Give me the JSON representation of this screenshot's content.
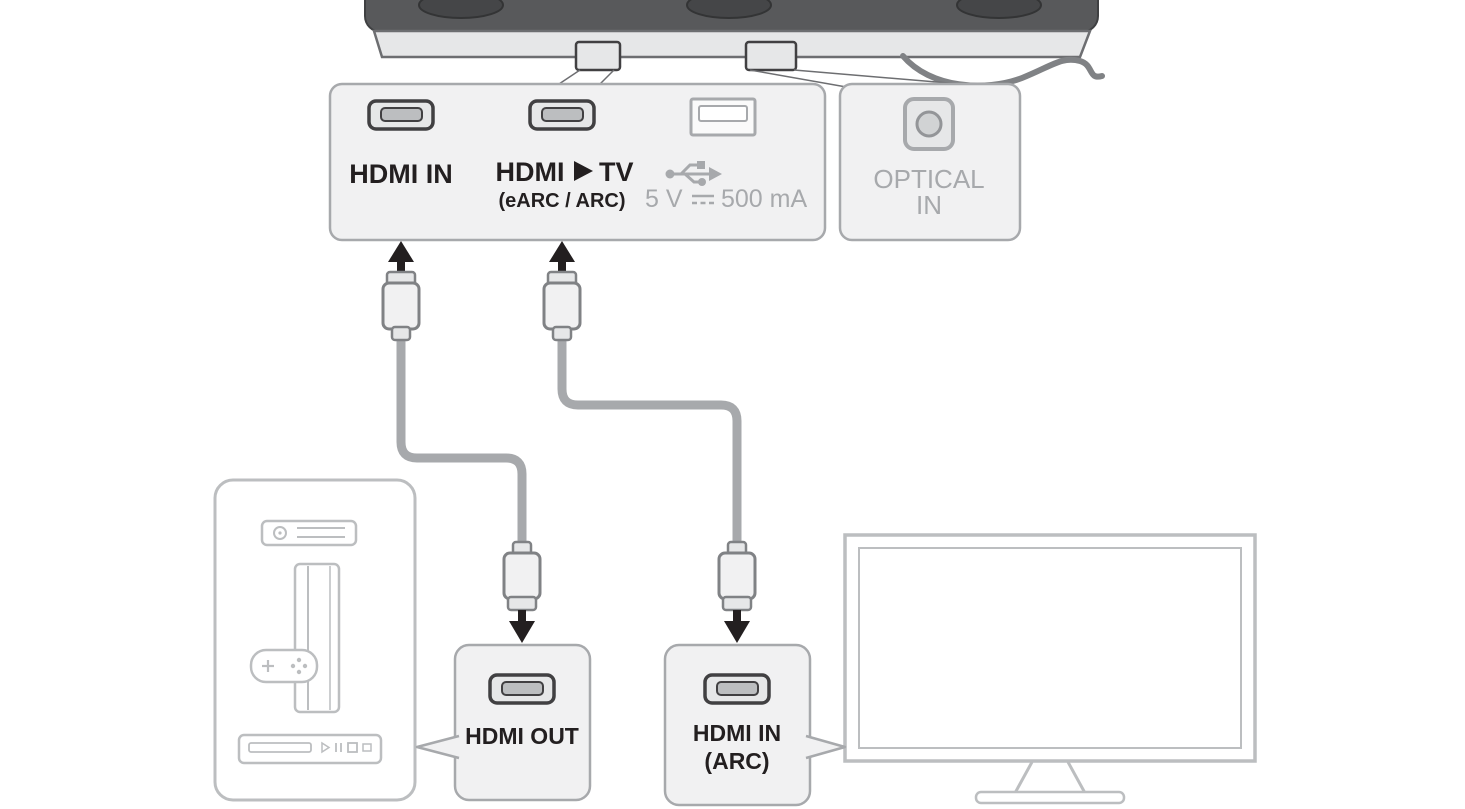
{
  "panel": {
    "hdmi_in_label": "HDMI IN",
    "hdmi_tv_label_left": "HDMI",
    "hdmi_tv_label_right": "TV",
    "hdmi_tv_sublabel": "(eARC / ARC)",
    "usb_rating_left": "5 V",
    "usb_rating_right": "500 mA"
  },
  "optical": {
    "line1": "OPTICAL",
    "line2": "IN"
  },
  "hdmi_out_box": {
    "label": "HDMI OUT"
  },
  "hdmi_in_arc_box": {
    "line1": "HDMI IN",
    "line2": "(ARC)"
  },
  "icons": [
    "soundbar",
    "power-cable",
    "hdmi-in-port-icon",
    "hdmi-tv-port-icon",
    "usb-port-icon",
    "optical-port-icon",
    "play-arrow-icon",
    "usb-trident-icon",
    "dc-symbol-icon",
    "hdmi-plug-icon",
    "up-arrow-icon",
    "down-arrow-icon",
    "hdmi-out-port-icon",
    "hdmi-in-arc-port-icon",
    "set-top-box-icon",
    "game-console-icon",
    "gamepad-icon",
    "blu-ray-player-icon",
    "tv-icon"
  ],
  "colors": {
    "panel_fill": "#f1f1f2",
    "panel_stroke": "#a7a9ac",
    "dark_text": "#231f20",
    "muted_text": "#a7a9ac",
    "soundbar_body": "#58595b",
    "cable_gray": "#a7a9ac",
    "device_outline": "#bcbec0",
    "port_outline": "#414042"
  }
}
